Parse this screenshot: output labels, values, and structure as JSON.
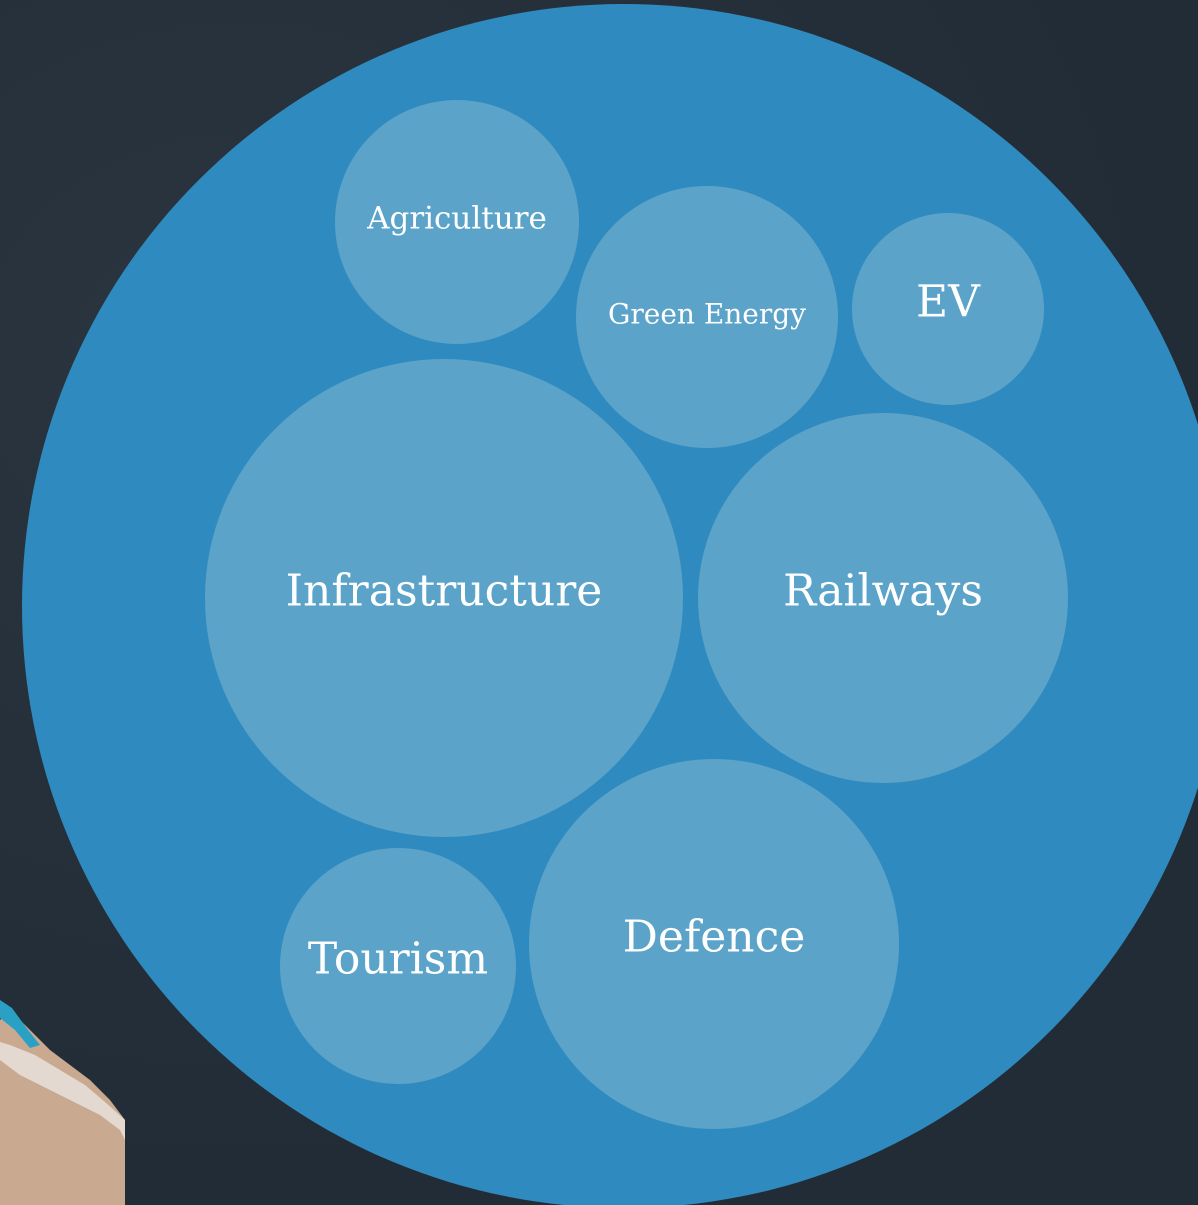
{
  "diagram": {
    "colors": {
      "background": "#252f3a",
      "outer_circle": "#2f8bbf",
      "inner_circle": "#5ba3c9",
      "label": "#ffffff"
    },
    "bubbles": [
      {
        "id": "agriculture",
        "label": "Agriculture"
      },
      {
        "id": "green-energy",
        "label": "Green Energy"
      },
      {
        "id": "ev",
        "label": "EV"
      },
      {
        "id": "infrastructure",
        "label": "Infrastructure"
      },
      {
        "id": "railways",
        "label": "Railways"
      },
      {
        "id": "tourism",
        "label": "Tourism"
      },
      {
        "id": "defence",
        "label": "Defence"
      }
    ]
  }
}
